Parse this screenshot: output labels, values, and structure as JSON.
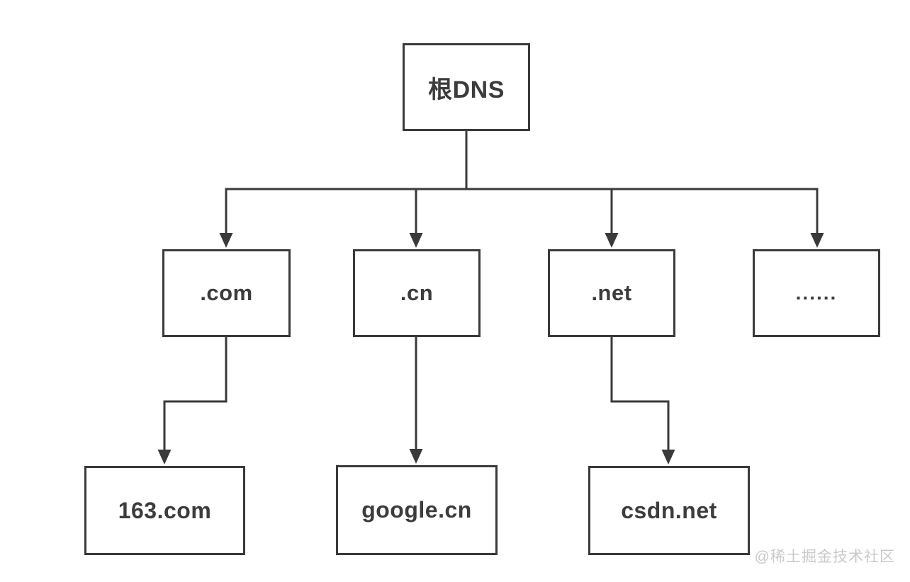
{
  "diagram": {
    "description": "DNS hierarchy tree",
    "nodes": {
      "root": {
        "label": "根DNS"
      },
      "com": {
        "label": ".com"
      },
      "cn": {
        "label": ".cn"
      },
      "net": {
        "label": ".net"
      },
      "ellipsis": {
        "label": "......"
      },
      "site163": {
        "label": "163.com"
      },
      "google": {
        "label": "google.cn"
      },
      "csdn": {
        "label": "csdn.net"
      }
    },
    "edges": [
      {
        "from": "根DNS",
        "to": ".com"
      },
      {
        "from": "根DNS",
        "to": ".cn"
      },
      {
        "from": "根DNS",
        "to": ".net"
      },
      {
        "from": "根DNS",
        "to": "......"
      },
      {
        "from": ".com",
        "to": "163.com"
      },
      {
        "from": ".cn",
        "to": "google.cn"
      },
      {
        "from": ".net",
        "to": "csdn.net"
      }
    ]
  },
  "watermark": {
    "text": "@稀土掘金技术社区"
  },
  "colors": {
    "line": "#3a3a3a",
    "node_border": "#3a3a3a",
    "node_text": "#3c3c3c",
    "watermark": "#c9c9c9",
    "background": "#ffffff"
  }
}
